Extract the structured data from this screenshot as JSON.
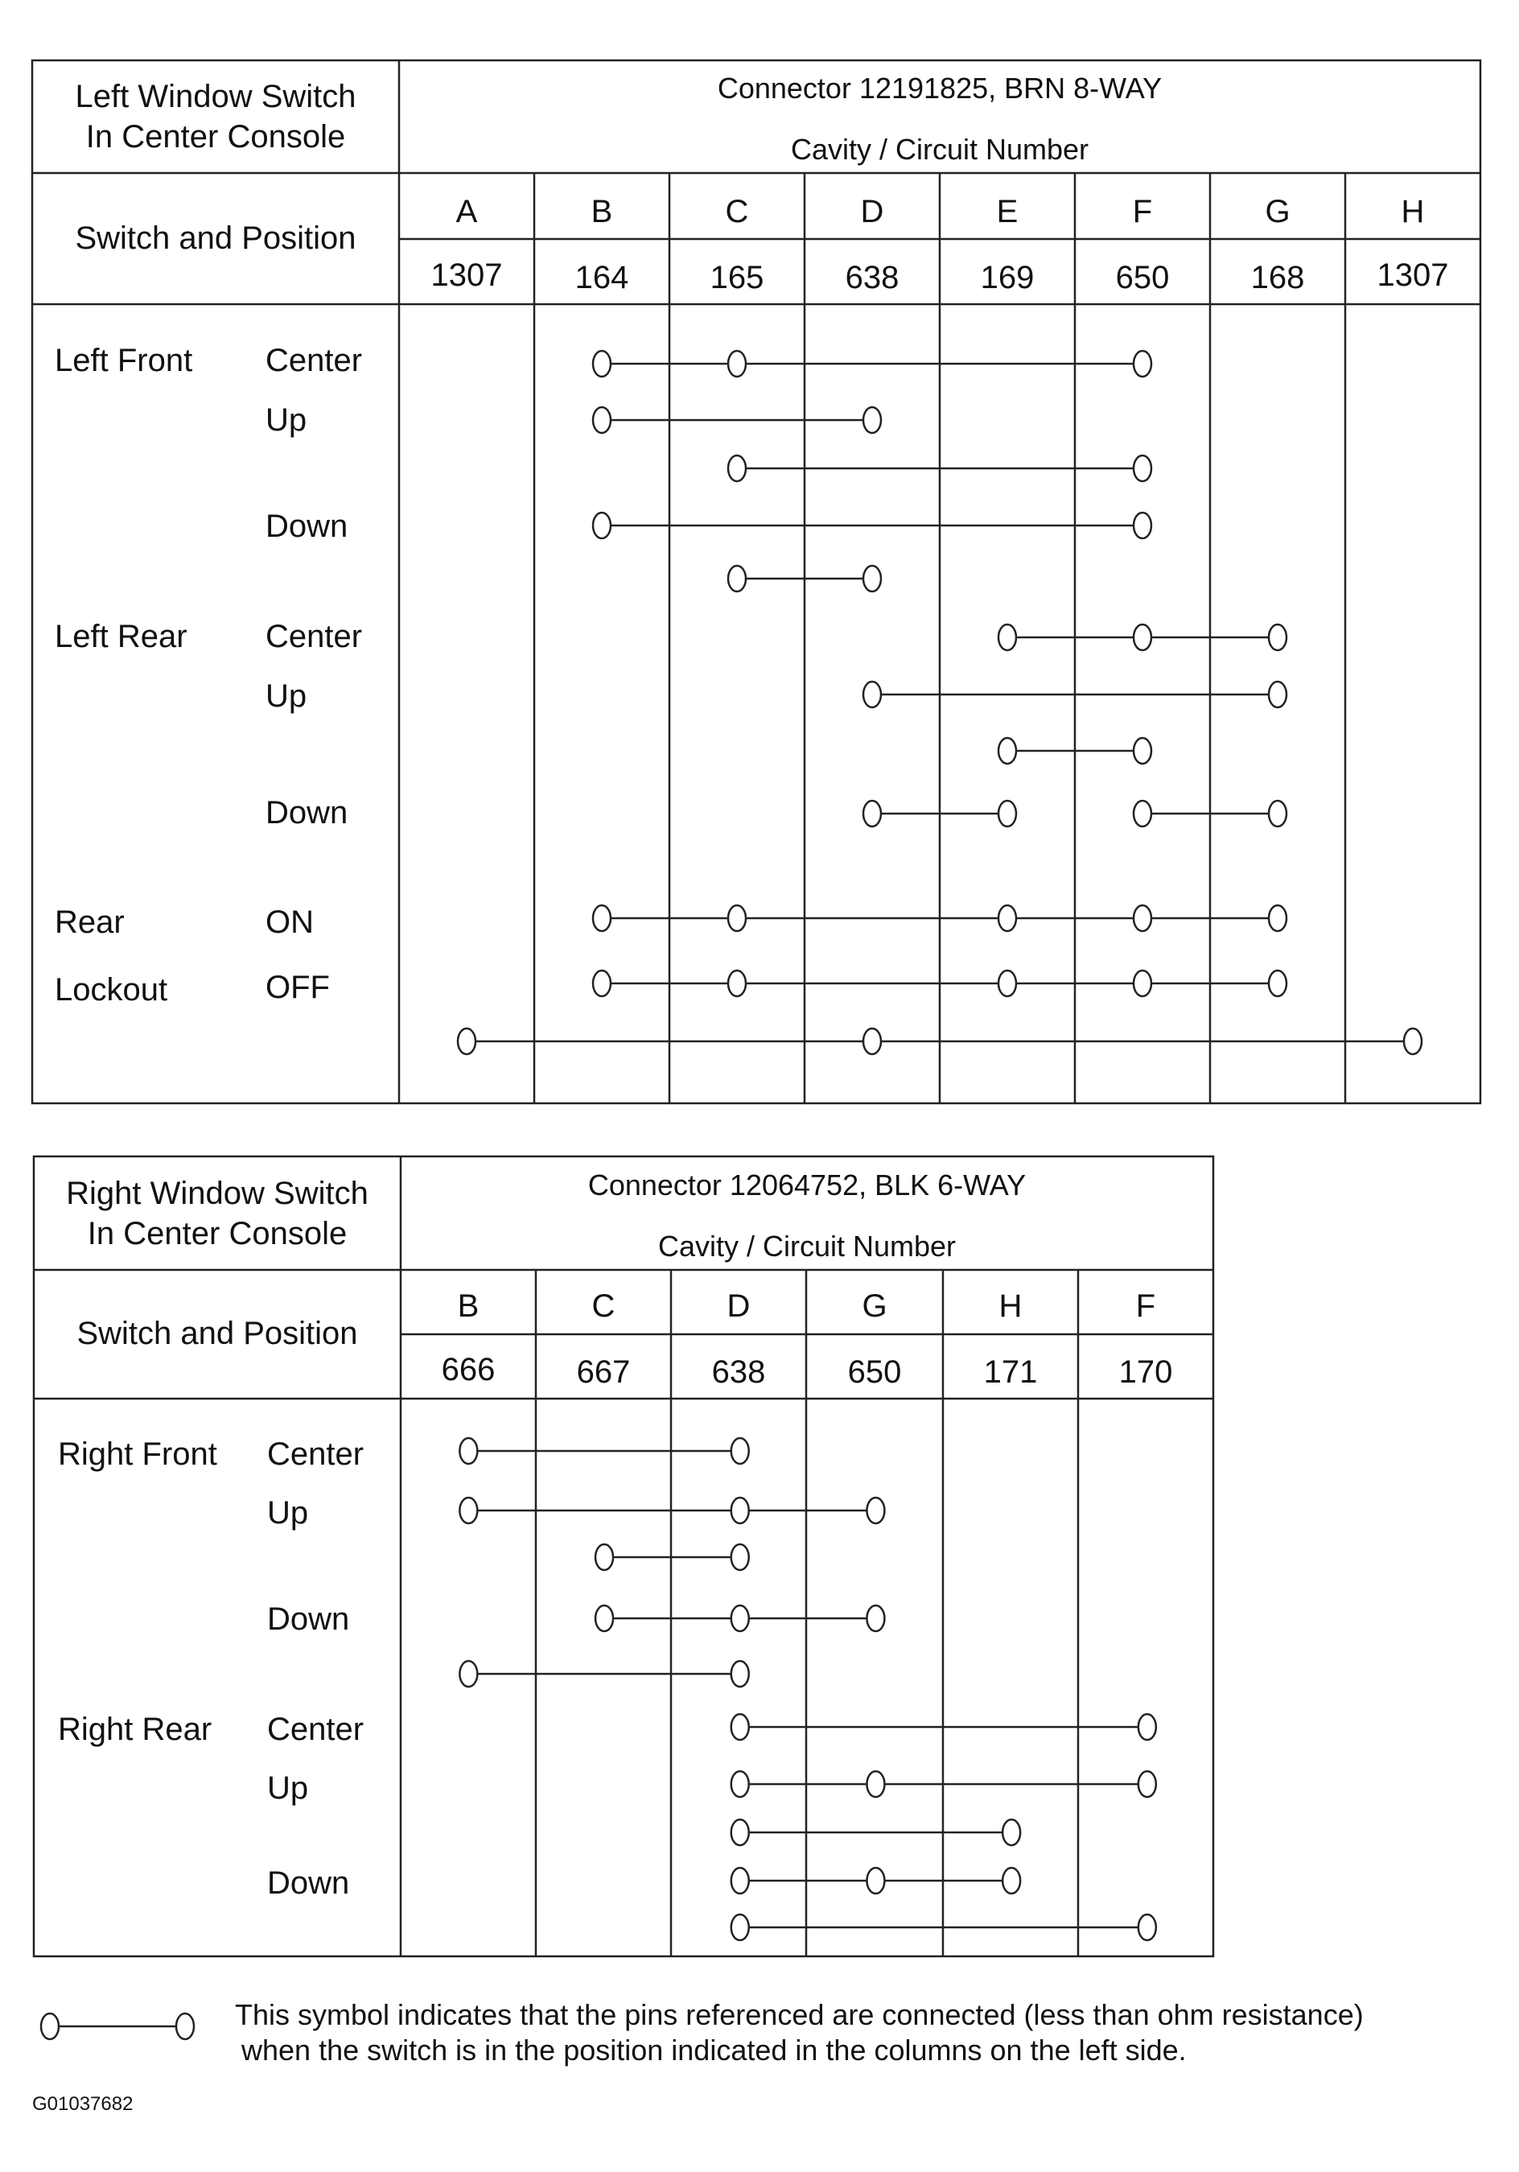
{
  "tables": [
    {
      "title_lines": [
        "Left Window Switch",
        "In Center Console"
      ],
      "connector": "Connector 12191825, BRN 8-WAY",
      "cavity_label": "Cavity / Circuit Number",
      "switch_position_label": "Switch and Position",
      "columns": [
        {
          "cavity": "A",
          "circuit": "1307"
        },
        {
          "cavity": "B",
          "circuit": "164"
        },
        {
          "cavity": "C",
          "circuit": "165"
        },
        {
          "cavity": "D",
          "circuit": "638"
        },
        {
          "cavity": "E",
          "circuit": "169"
        },
        {
          "cavity": "F",
          "circuit": "650"
        },
        {
          "cavity": "G",
          "circuit": "168"
        },
        {
          "cavity": "H",
          "circuit": "1307"
        }
      ],
      "switches": [
        {
          "name": "Left Front",
          "positions": [
            {
              "label": "Center",
              "connections": [
                [
                  "B",
                  "C",
                  "F"
                ]
              ]
            },
            {
              "label": "Up",
              "connections": [
                [
                  "B",
                  "D"
                ],
                [
                  "C",
                  "F"
                ]
              ]
            },
            {
              "label": "Down",
              "connections": [
                [
                  "B",
                  "F"
                ],
                [
                  "C",
                  "D"
                ]
              ]
            }
          ]
        },
        {
          "name": "Left Rear",
          "positions": [
            {
              "label": "Center",
              "connections": [
                [
                  "E",
                  "F",
                  "G"
                ]
              ]
            },
            {
              "label": "Up",
              "connections": [
                [
                  "D",
                  "G"
                ],
                [
                  "E",
                  "F"
                ]
              ]
            },
            {
              "label": "Down",
              "connections": [
                [
                  "D",
                  "E"
                ],
                [
                  "F",
                  "G"
                ]
              ]
            }
          ]
        },
        {
          "name": "Rear",
          "name2": "Lockout",
          "positions": [
            {
              "label": "ON",
              "connections": [
                [
                  "B",
                  "C",
                  "E",
                  "F",
                  "G"
                ]
              ]
            },
            {
              "label": "OFF",
              "connections": [
                [
                  "B",
                  "C",
                  "E",
                  "F",
                  "G"
                ],
                [
                  "A",
                  "D",
                  "H"
                ]
              ]
            }
          ]
        }
      ]
    },
    {
      "title_lines": [
        "Right Window Switch",
        "In Center Console"
      ],
      "connector": "Connector 12064752, BLK 6-WAY",
      "cavity_label": "Cavity / Circuit Number",
      "switch_position_label": "Switch and Position",
      "columns": [
        {
          "cavity": "B",
          "circuit": "666"
        },
        {
          "cavity": "C",
          "circuit": "667"
        },
        {
          "cavity": "D",
          "circuit": "638"
        },
        {
          "cavity": "G",
          "circuit": "650"
        },
        {
          "cavity": "H",
          "circuit": "171"
        },
        {
          "cavity": "F",
          "circuit": "170"
        }
      ],
      "switches": [
        {
          "name": "Right Front",
          "positions": [
            {
              "label": "Center",
              "connections": [
                [
                  "B",
                  "D"
                ]
              ]
            },
            {
              "label": "Up",
              "connections": [
                [
                  "B",
                  "D",
                  "G"
                ],
                [
                  "C",
                  "D"
                ]
              ]
            },
            {
              "label": "Down",
              "connections": [
                [
                  "C",
                  "D",
                  "G"
                ],
                [
                  "B",
                  "D"
                ]
              ]
            }
          ]
        },
        {
          "name": "Right Rear",
          "positions": [
            {
              "label": "Center",
              "connections": [
                [
                  "D",
                  "F"
                ]
              ]
            },
            {
              "label": "Up",
              "connections": [
                [
                  "D",
                  "G",
                  "F"
                ],
                [
                  "D",
                  "H"
                ]
              ]
            },
            {
              "label": "Down",
              "connections": [
                [
                  "D",
                  "G",
                  "H"
                ],
                [
                  "D",
                  "F"
                ]
              ]
            }
          ]
        }
      ]
    }
  ],
  "legend": {
    "line1": "This symbol indicates that the pins referenced are connected (less than ohm resistance)",
    "line2": "when the switch is in the position indicated in the columns on the left side."
  },
  "figure_id": "G01037682"
}
